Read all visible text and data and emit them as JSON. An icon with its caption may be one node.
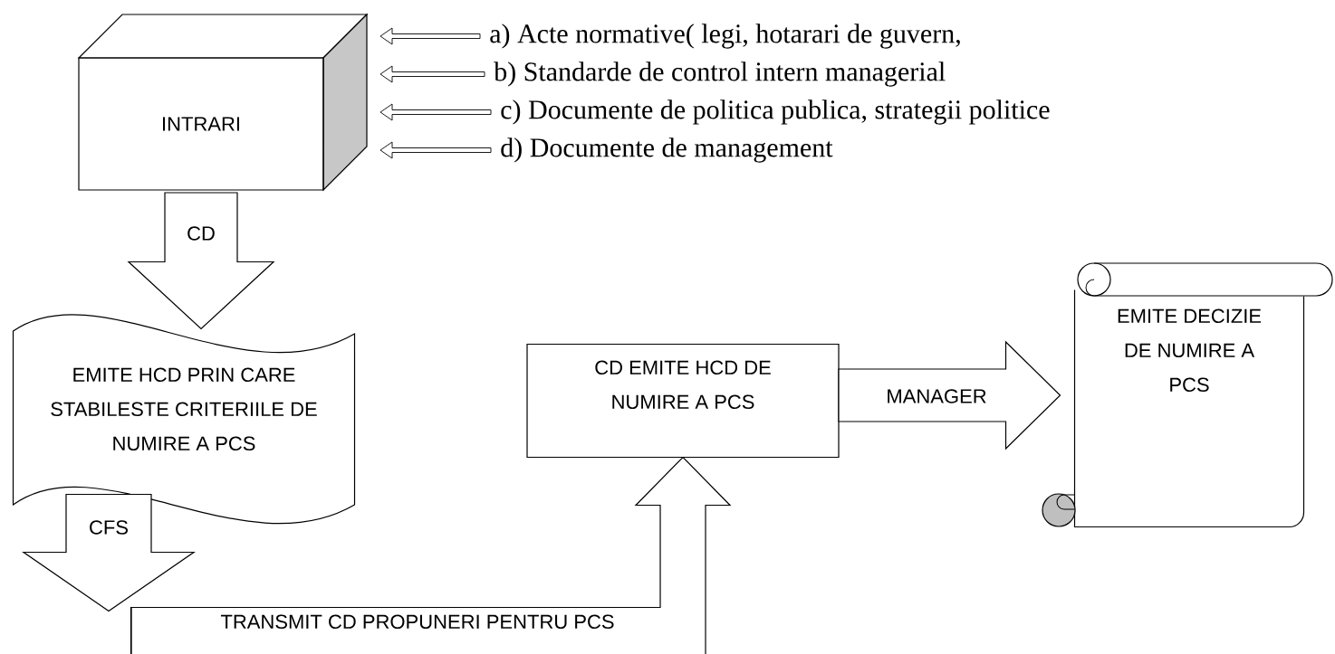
{
  "diagram": {
    "nodes": [
      {
        "text": [
          "INTRARI"
        ]
      },
      {
        "text": [
          "a) Acte normative( legi, hotarari de guvern,"
        ]
      },
      {
        "text": [
          "b) Standarde de control intern managerial"
        ]
      },
      {
        "text": [
          "c) Documente de politica publica, strategii politice"
        ]
      },
      {
        "text": [
          "d) Documente de management"
        ]
      },
      {
        "text": [
          "EMITE HCD PRIN CARE STABILESTE CRITERIILE DE NUMIRE A PCS"
        ]
      },
      {
        "text": [
          "CD EMITE HCD DE NUMIRE A PCS"
        ]
      },
      {
        "text": [
          "EMITE DECIZIE DE NUMIRE A PCS"
        ]
      },
      {
        "text": [
          "TRANSMIT CD PROPUNERI PENTRU PCS"
        ]
      }
    ],
    "edges": [
      {
        "from": 1,
        "to": 0,
        "arrow": "to"
      },
      {
        "from": 2,
        "to": 0,
        "arrow": "to"
      },
      {
        "from": 3,
        "to": 0,
        "arrow": "to"
      },
      {
        "from": 4,
        "to": 0,
        "arrow": "to"
      },
      {
        "from": 0,
        "to": 5,
        "arrow": "to",
        "label": "CD"
      },
      {
        "from": 5,
        "to": 8,
        "arrow": "to",
        "label": "CFS"
      },
      {
        "from": 8,
        "to": 6,
        "arrow": "to"
      },
      {
        "from": 6,
        "to": 7,
        "arrow": "to",
        "label": "MANAGER"
      }
    ]
  }
}
